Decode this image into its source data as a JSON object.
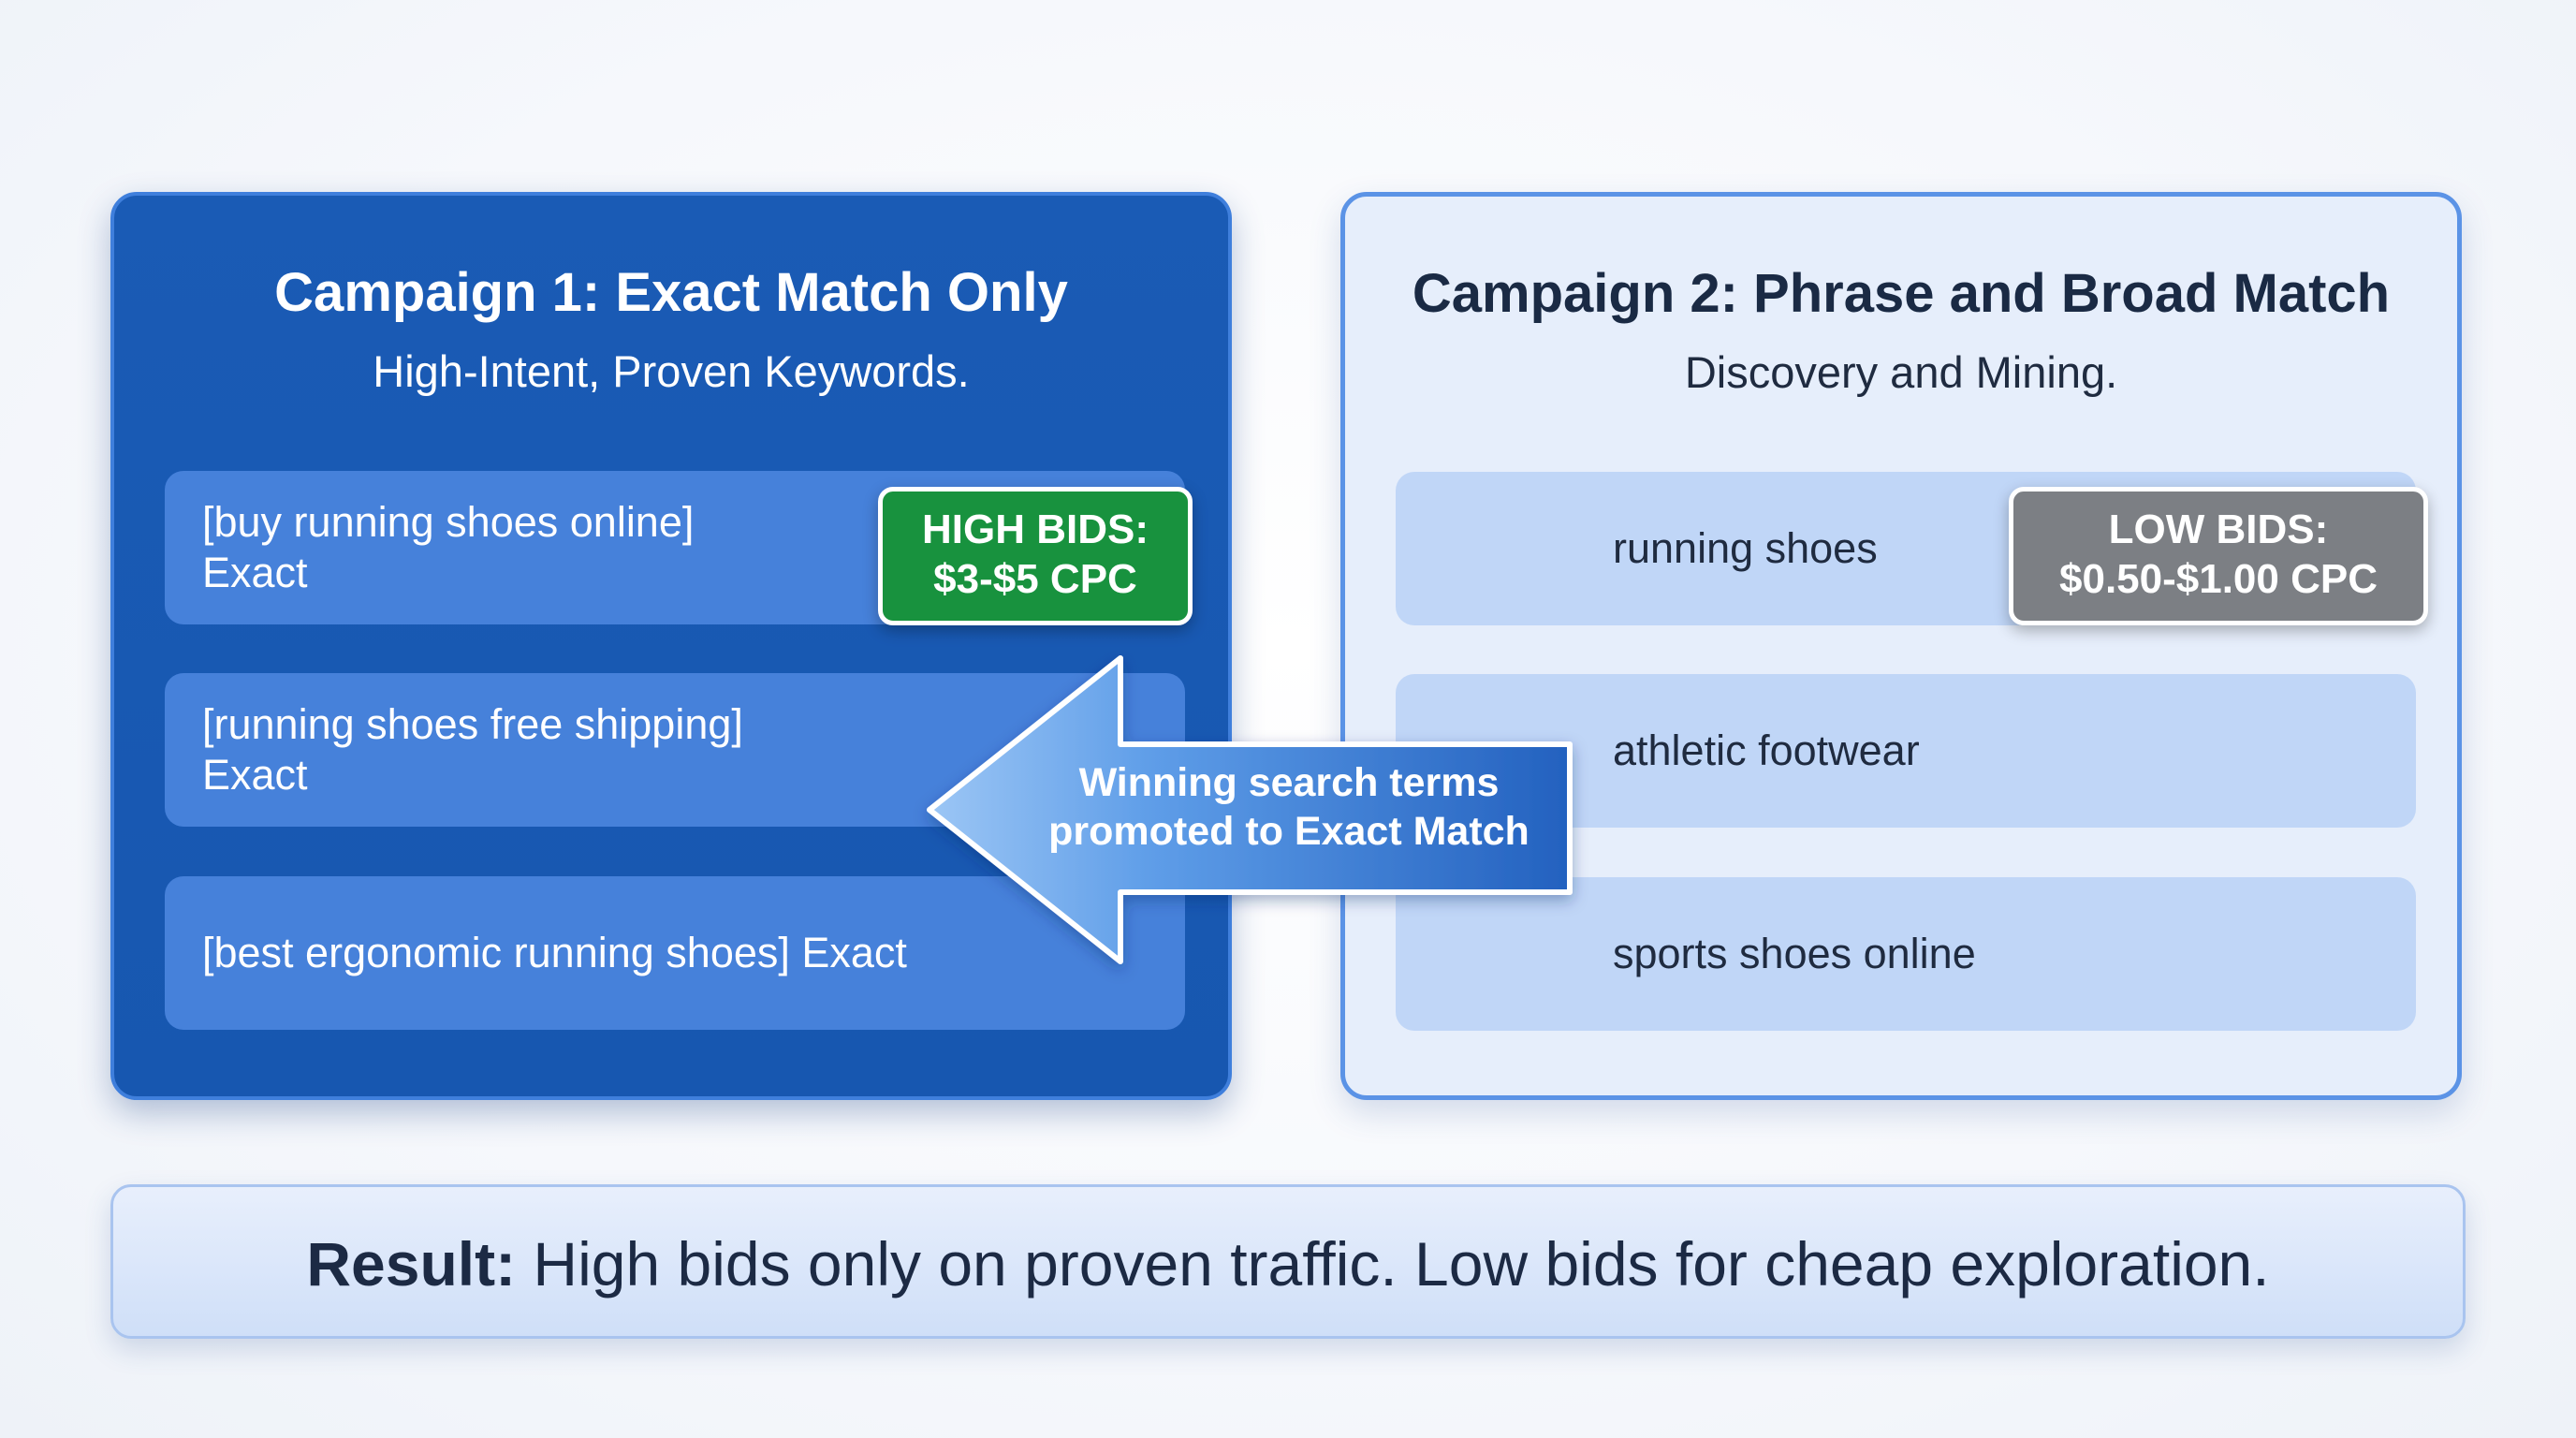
{
  "campaign1": {
    "title": "Campaign 1: Exact Match Only",
    "subtitle": "High-Intent, Proven Keywords.",
    "keywords": [
      "[buy running shoes online]\nExact",
      "[running shoes free shipping]\nExact",
      "[best ergonomic running shoes] Exact"
    ],
    "badge": "HIGH BIDS:\n$3-$5 CPC"
  },
  "campaign2": {
    "title": "Campaign 2: Phrase and Broad Match",
    "subtitle": "Discovery and Mining.",
    "keywords": [
      "running shoes",
      "athletic footwear",
      "sports shoes online"
    ],
    "badge": "LOW BIDS:\n$0.50-$1.00 CPC"
  },
  "arrow": {
    "label": "Winning search terms\npromoted to Exact Match"
  },
  "result": {
    "label": "Result:",
    "text": " High bids only on proven traffic. Low bids for cheap exploration."
  },
  "colors": {
    "campaign1_panel": "#1a5bb5",
    "campaign1_row": "#4681da",
    "campaign2_panel": "#e6eefb",
    "campaign2_row": "#c0d6f7",
    "high_bid_badge": "#18923e",
    "low_bid_badge": "#7c7f84",
    "arrow": "#4a8ee2"
  }
}
